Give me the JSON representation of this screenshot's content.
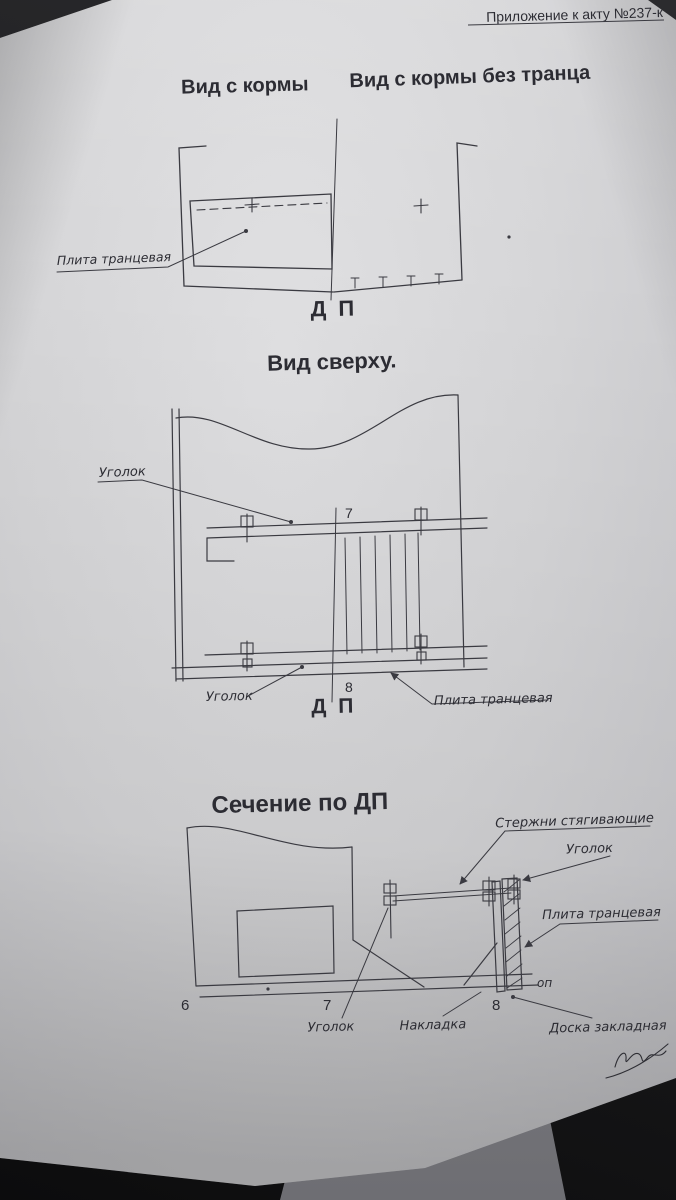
{
  "header": {
    "note": "Приложение к акту №237-к"
  },
  "stern": {
    "title_left": "Вид с кормы",
    "title_right": "Вид с кормы без транца",
    "label_plate": "Плита транцевая",
    "dp": "Д П"
  },
  "top": {
    "title": "Вид сверху.",
    "label_angle_top": "Уголок",
    "label_angle_bottom": "Уголок",
    "label_plate": "Плита транцевая",
    "dp": "Д П",
    "ref7": "7",
    "ref8": "8"
  },
  "section": {
    "title": "Сечение по ДП",
    "label_rods": "Стержни стягивающие",
    "label_angle_upper": "Уголок",
    "label_plate": "Плита транцевая",
    "label_op": "оп",
    "ref6": "6",
    "ref7": "7",
    "ref8": "8",
    "label_angle_lower": "Уголок",
    "label_pad": "Накладка",
    "label_board": "Доска закладная"
  }
}
